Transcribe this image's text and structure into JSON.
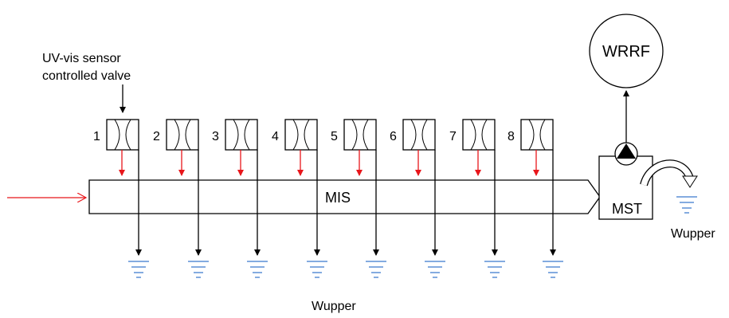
{
  "annotation": {
    "line1": "UV-vis sensor",
    "line2": "controlled valve"
  },
  "valves": [
    {
      "label": "1"
    },
    {
      "label": "2"
    },
    {
      "label": "3"
    },
    {
      "label": "4"
    },
    {
      "label": "5"
    },
    {
      "label": "6"
    },
    {
      "label": "7"
    },
    {
      "label": "8"
    }
  ],
  "mis_label": "MIS",
  "mst_label": "MST",
  "wrrf_label": "WRRF",
  "receiving_water_bottom": "Wupper",
  "receiving_water_right": "Wupper",
  "colors": {
    "flow_arrow": "#e8161b",
    "water_symbol": "#5b8fd6",
    "stroke": "#000000"
  }
}
